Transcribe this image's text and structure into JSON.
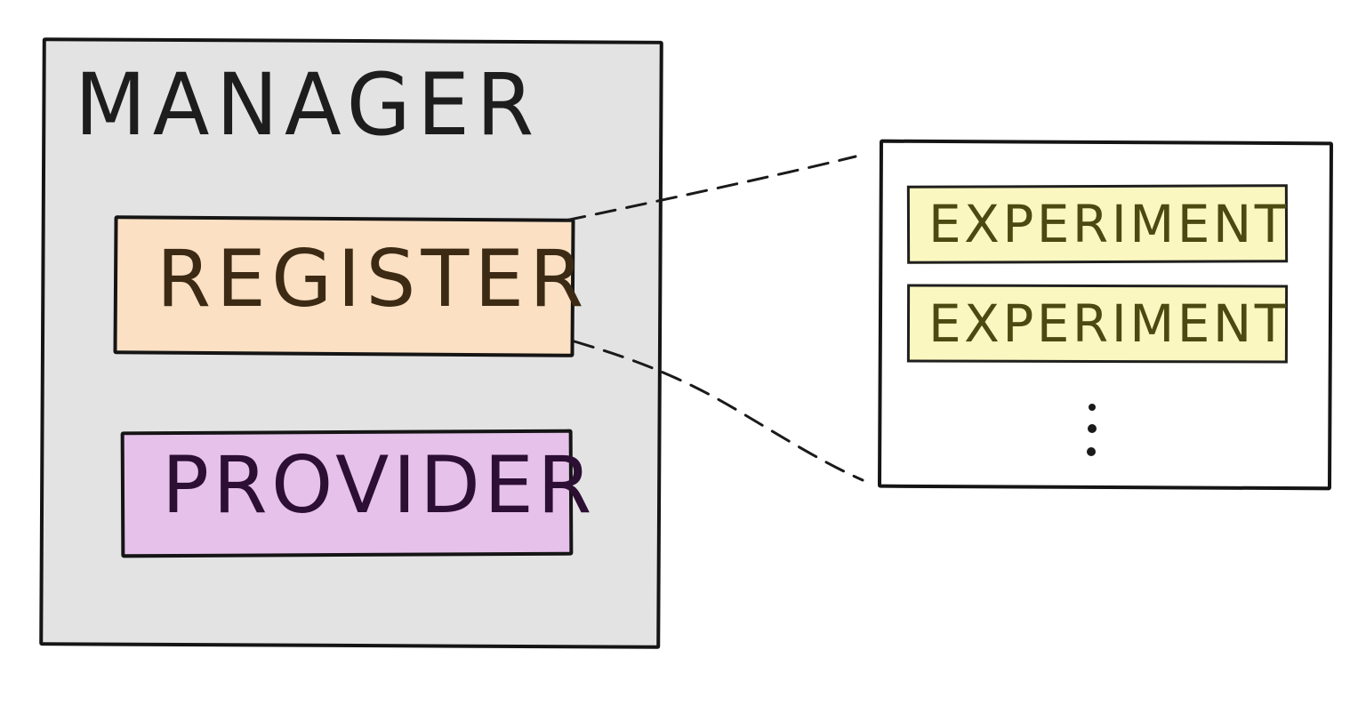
{
  "manager": {
    "title": "MANAGER"
  },
  "register": {
    "label": "REGISTER"
  },
  "provider": {
    "label": "PROVIDER"
  },
  "experiments": {
    "items": [
      "EXPERIMENT",
      "EXPERIMENT"
    ],
    "more": "⋮"
  },
  "colors": {
    "manager_fill": "#e3e3e3",
    "register_fill": "#fbe0c3",
    "provider_fill": "#e6c1ea",
    "experiment_fill": "#fbf7c0",
    "stroke": "#151515"
  }
}
